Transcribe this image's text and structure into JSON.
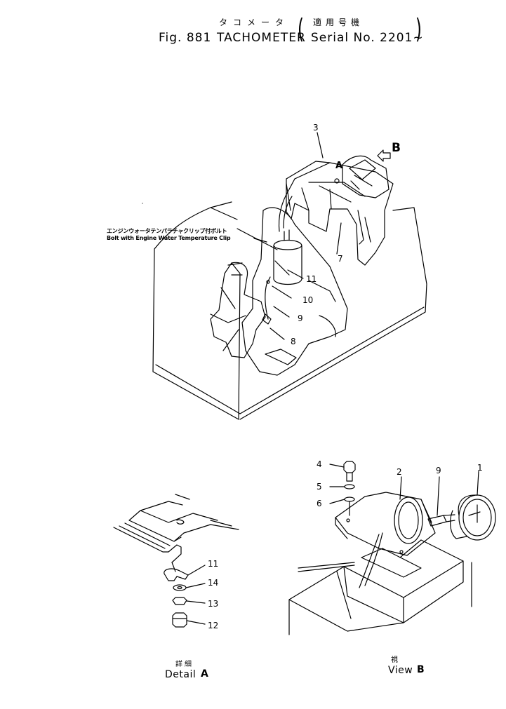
{
  "header": {
    "title_jp": "タコメータ",
    "applicable_jp": "適用号機",
    "fig_no": "Fig. 881",
    "title": "TACHOMETER",
    "paren_open": "(",
    "serial": "Serial No. 2201~",
    "paren_close": ")"
  },
  "main_view": {
    "note_jp": "エンジンウォータテンパラチャクリップ付ボルト",
    "note_en": "Bolt with Engine Water Temperature Clip",
    "detail_marker": "A",
    "view_marker": "B",
    "callouts": [
      "3",
      "7",
      "11",
      "10",
      "9",
      "8"
    ]
  },
  "detail_a": {
    "callouts": [
      "11",
      "14",
      "13",
      "12"
    ],
    "caption_jp": "詳細",
    "caption": "Detail",
    "caption_letter": "A"
  },
  "view_b": {
    "callouts": [
      "4",
      "5",
      "6",
      "2",
      "9",
      "1"
    ],
    "caption_jp": "視",
    "caption": "View",
    "caption_letter": "B"
  }
}
